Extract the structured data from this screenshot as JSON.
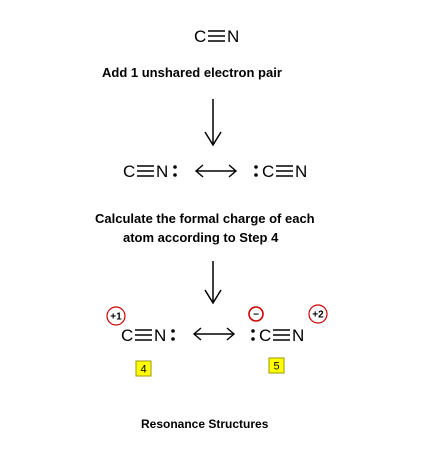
{
  "molecule": {
    "carbon": "C",
    "nitrogen": "N"
  },
  "steps": {
    "step1_caption": "Add  1  unshared electron pair",
    "step2_caption_line1": "Calculate the formal charge of each",
    "step2_caption_line2": "atom according to Step 4"
  },
  "charges": {
    "left_carbon": "+1",
    "right_carbon": "−",
    "right_nitrogen": "+2"
  },
  "badges": {
    "left": "4",
    "right": "5"
  },
  "footer": {
    "label": "Resonance Structures"
  },
  "colors": {
    "charge_circle": "#cc0000",
    "badge_fill": "#ffff00",
    "badge_border": "#999900",
    "ink": "#000000"
  }
}
